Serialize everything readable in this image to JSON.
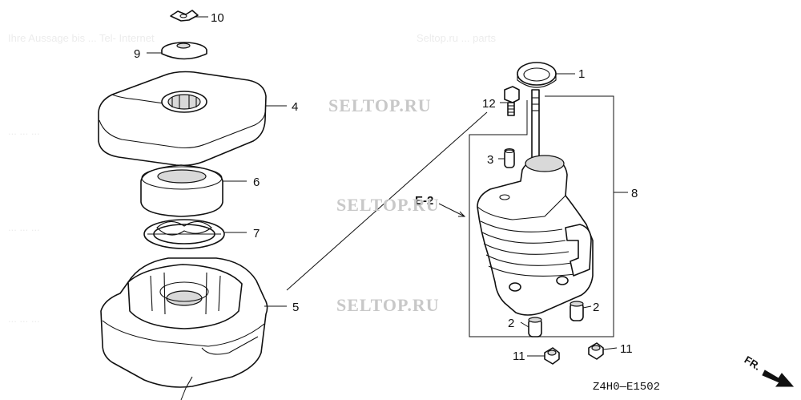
{
  "diagram": {
    "callouts": {
      "c1": "1",
      "c2a": "2",
      "c2b": "2",
      "c3": "3",
      "c4": "4",
      "c5": "5",
      "c6": "6",
      "c7": "7",
      "c8": "8",
      "c9": "9",
      "c10": "10",
      "c11a": "11",
      "c11b": "11",
      "c12": "12"
    },
    "reference_label": "E-2",
    "direction_label": "FR.",
    "diagram_code": "Z4H0—E1502",
    "watermarks": [
      "SELTOP.RU",
      "SELTOP.RU",
      "SELTOP.RU"
    ],
    "parts": [
      "wing-nut",
      "cover-seal",
      "air-cleaner-cover",
      "element",
      "grid",
      "air-cleaner-case",
      "packing",
      "collar",
      "bolt",
      "elbow-assembly",
      "nut",
      "seal"
    ]
  }
}
